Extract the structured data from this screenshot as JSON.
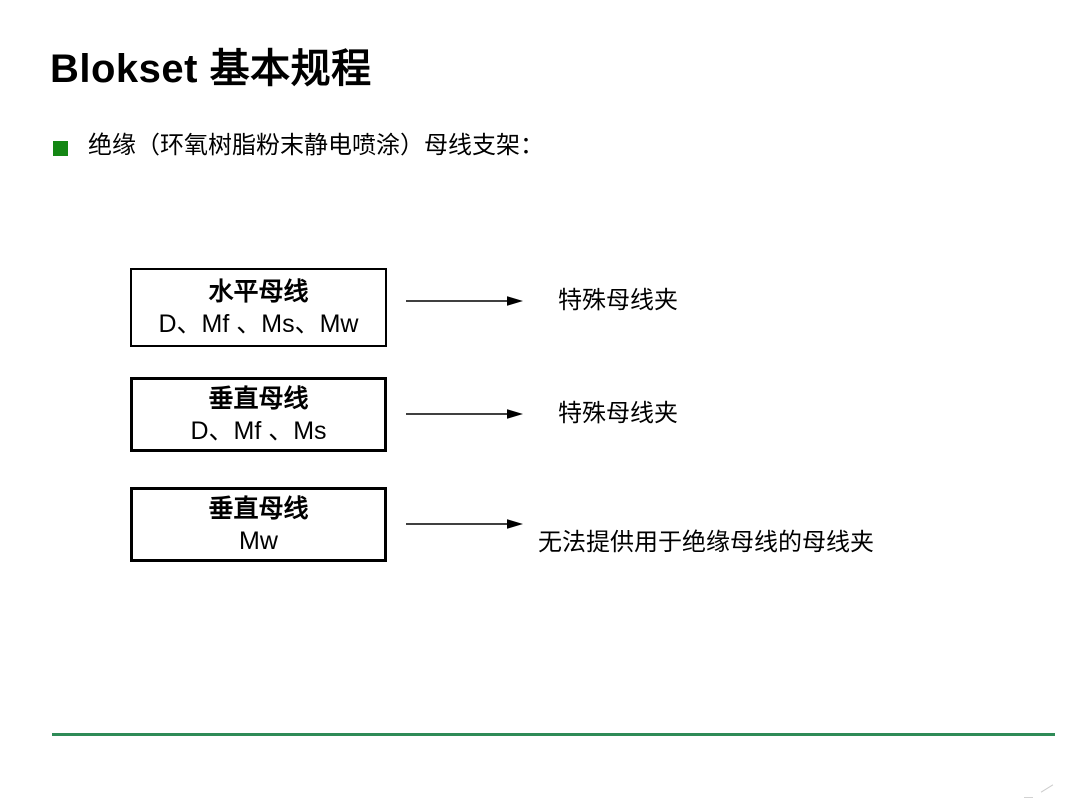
{
  "slide": {
    "title": "Blokset 基本规程",
    "bullet_item": "绝缘（环氧树脂粉末静电喷涂）母线支架：",
    "diagram": {
      "rows": [
        {
          "box_title": "水平母线",
          "box_subtitle": "D、Mf 、Ms、Mw",
          "result_label": "特殊母线夹"
        },
        {
          "box_title": "垂直母线",
          "box_subtitle": "D、Mf 、Ms",
          "result_label": "特殊母线夹"
        },
        {
          "box_title": "垂直母线",
          "box_subtitle": "Mw",
          "result_label": "无法提供用于绝缘母线的母线夹"
        }
      ]
    },
    "colors": {
      "bullet_green": "#148714",
      "divider_green": "#2e8b57",
      "text": "#000000",
      "background": "#ffffff"
    }
  }
}
